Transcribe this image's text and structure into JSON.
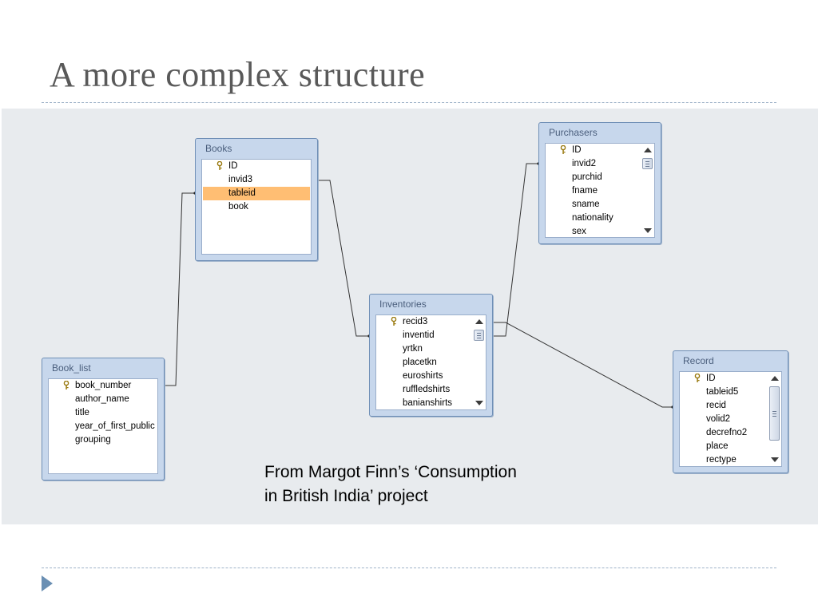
{
  "slide": {
    "title": "A more complex structure",
    "caption_lines": [
      "From Margot Finn’s ‘Consumption",
      "in British India’ project"
    ]
  },
  "tables": {
    "books": {
      "name": "Books",
      "fields": [
        "ID",
        "invid3",
        "tableid",
        "book"
      ],
      "key_field": "ID",
      "selected_field": "tableid"
    },
    "purchasers": {
      "name": "Purchasers",
      "fields": [
        "ID",
        "invid2",
        "purchid",
        "fname",
        "sname",
        "nationality",
        "sex"
      ],
      "key_field": "ID"
    },
    "inventories": {
      "name": "Inventories",
      "fields": [
        "recid3",
        "inventid",
        "yrtkn",
        "placetkn",
        "euroshirts",
        "ruffledshirts",
        "banianshirts"
      ],
      "key_field": "recid3"
    },
    "book_list": {
      "name": "Book_list",
      "fields": [
        "book_number",
        "author_name",
        "title",
        "year_of_first_public",
        "grouping"
      ],
      "key_field": "book_number"
    },
    "record": {
      "name": "Record",
      "fields": [
        "ID",
        "tableid5",
        "recid",
        "volid2",
        "decrefno2",
        "place",
        "rectype"
      ],
      "key_field": "ID"
    }
  },
  "relationships": [
    {
      "from": "Book_list",
      "to": "Books"
    },
    {
      "from": "Books",
      "to": "Inventories"
    },
    {
      "from": "Inventories",
      "to": "Purchasers"
    },
    {
      "from": "Inventories",
      "to": "Record"
    }
  ],
  "colors": {
    "selected_field": "#ffbe73",
    "table_frame": "#c7d7ec",
    "panel_background": "#e8ebee",
    "title_text": "#595959"
  }
}
